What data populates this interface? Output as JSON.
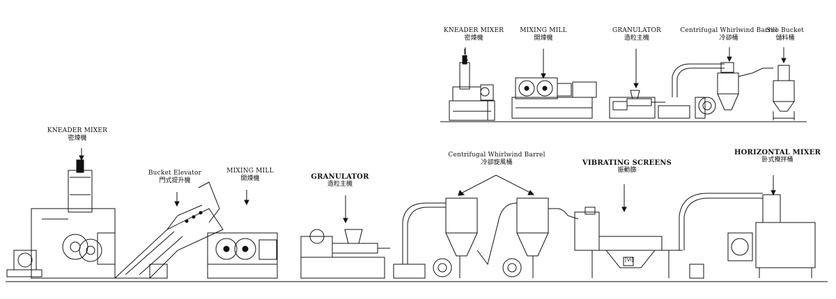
{
  "top_line": {
    "labels": [
      {
        "en": "KNEADER MIXER",
        "cn": "密煉機"
      },
      {
        "en": "MIXING MILL",
        "cn": "開煉機"
      },
      {
        "en": "GRANULATOR",
        "cn": "造粒主機"
      },
      {
        "en": "Centrifugal Whirlwind Barrel",
        "cn": "冷卻桶"
      },
      {
        "en": "Silo Bucket",
        "cn": "儲料桶"
      }
    ]
  },
  "bottom_line": {
    "labels": [
      {
        "en": "KNEADER MIXER",
        "cn": "密煉機"
      },
      {
        "en": "Bucket Elevator",
        "cn": "門式提升機"
      },
      {
        "en": "MIXING MILL",
        "cn": "開煉機"
      },
      {
        "en": "GRANULATOR",
        "cn": "造粒主機"
      },
      {
        "en": "Centrifugal Whirlwind Barrel",
        "cn": "冷卻旋風桶"
      },
      {
        "en": "VIBRATING SCREENS",
        "cn": "振動篩"
      },
      {
        "en": "HORIZONTAL MIXER",
        "cn": "卧式攪拌桶"
      }
    ],
    "sign_text": "[Vi]"
  }
}
